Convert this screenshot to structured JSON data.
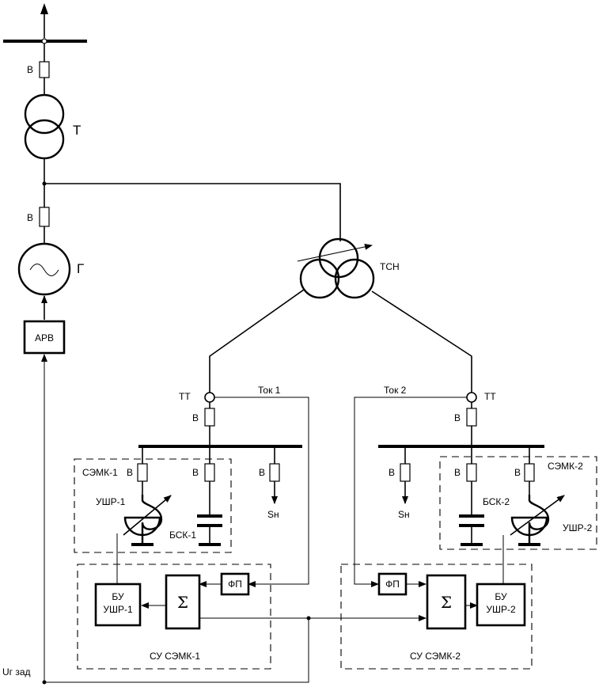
{
  "labels": {
    "breaker": "В",
    "transformer": "Т",
    "generator": "Г",
    "arv": "АРВ",
    "tsn": "ТСН",
    "tt": "ТТ",
    "current1": "Ток 1",
    "current2": "Ток 2",
    "semk1": "СЭМК-1",
    "semk2": "СЭМК-2",
    "ushr1": "УШР-1",
    "ushr2": "УШР-2",
    "bsk1": "БСК-1",
    "bsk2": "БСК-2",
    "load": "Sн",
    "fp": "ФП",
    "sum": "Σ",
    "bu_line1": "БУ",
    "bu1_line2": "УШР-1",
    "bu2_line2": "УШР-2",
    "su1": "СУ СЭМК-1",
    "su2": "СУ СЭМК-2",
    "ug_set": "Uг зад"
  }
}
